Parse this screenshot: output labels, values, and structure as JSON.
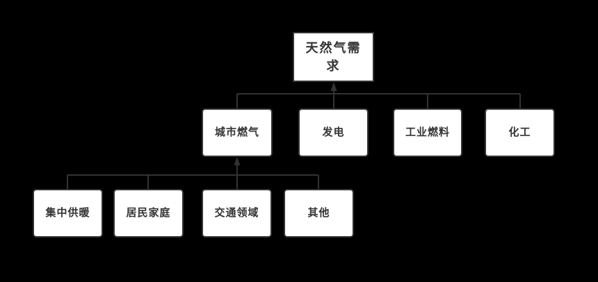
{
  "colors": {
    "background": "#000000",
    "node_fill": "#ffffff",
    "node_border": "#333333",
    "connector": "#333333",
    "text": "#333333"
  },
  "nodes": {
    "root": {
      "label": "天然气需求"
    },
    "level2": [
      {
        "label": "城市燃气"
      },
      {
        "label": "发电"
      },
      {
        "label": "工业燃料"
      },
      {
        "label": "化工"
      }
    ],
    "level3": [
      {
        "label": "集中供暖"
      },
      {
        "label": "居民家庭"
      },
      {
        "label": "交通领域"
      },
      {
        "label": "其他"
      }
    ]
  }
}
